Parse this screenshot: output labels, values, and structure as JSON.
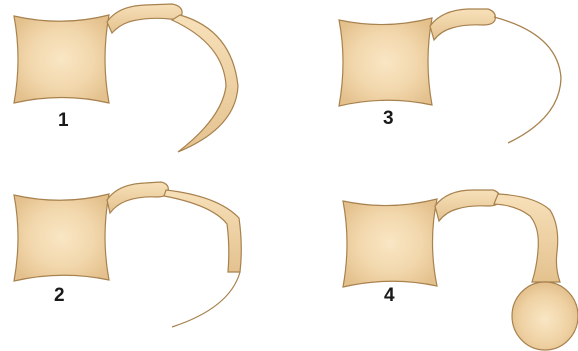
{
  "colors": {
    "fill_light": "#f6dfb8",
    "fill_mid": "#efd3a6",
    "fill_dark": "#e2bf8b",
    "stroke": "#a8824e"
  },
  "panels": [
    {
      "label": "1"
    },
    {
      "label": "2"
    },
    {
      "label": "3"
    },
    {
      "label": "4"
    }
  ]
}
